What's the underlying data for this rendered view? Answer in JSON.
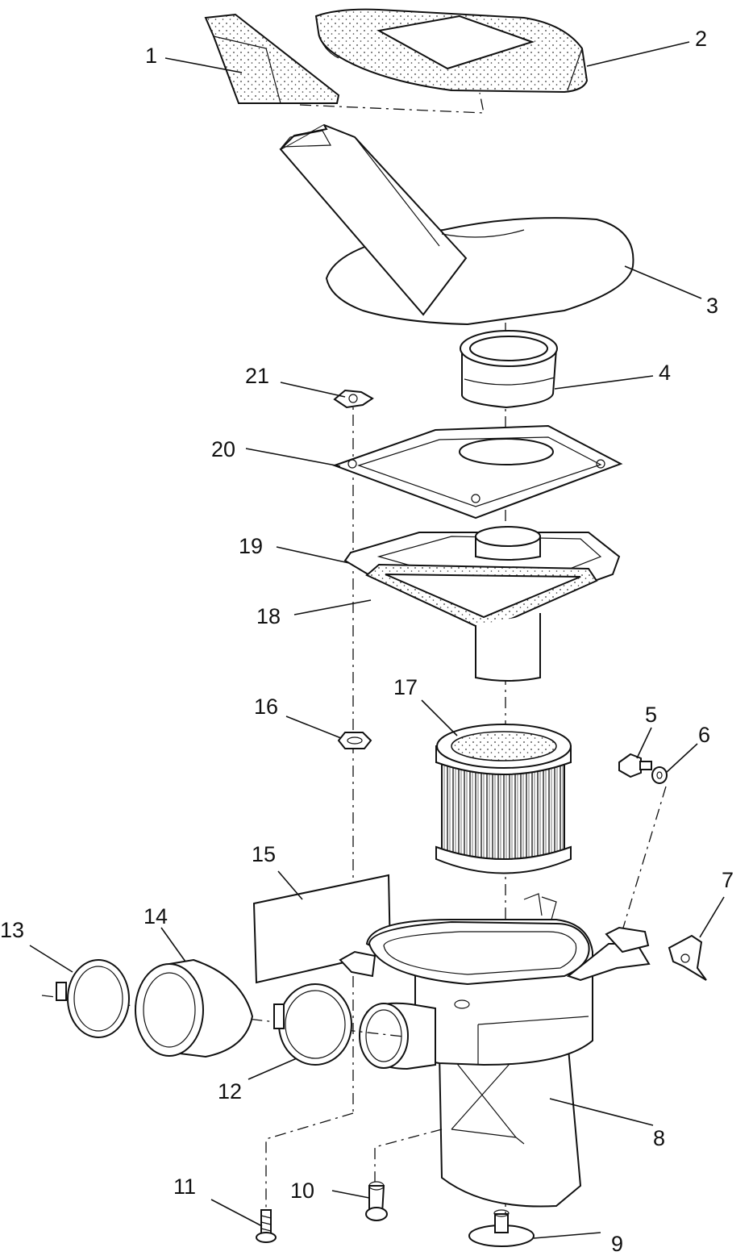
{
  "diagram": {
    "callouts": [
      {
        "id": "1",
        "text": "1"
      },
      {
        "id": "2",
        "text": "2"
      },
      {
        "id": "3",
        "text": "3"
      },
      {
        "id": "4",
        "text": "4"
      },
      {
        "id": "5",
        "text": "5"
      },
      {
        "id": "6",
        "text": "6"
      },
      {
        "id": "7",
        "text": "7"
      },
      {
        "id": "8",
        "text": "8"
      },
      {
        "id": "9",
        "text": "9"
      },
      {
        "id": "10",
        "text": "10"
      },
      {
        "id": "11",
        "text": "11"
      },
      {
        "id": "12",
        "text": "12"
      },
      {
        "id": "13",
        "text": "13"
      },
      {
        "id": "14",
        "text": "14"
      },
      {
        "id": "15",
        "text": "15"
      },
      {
        "id": "16",
        "text": "16"
      },
      {
        "id": "17",
        "text": "17"
      },
      {
        "id": "18",
        "text": "18"
      },
      {
        "id": "19",
        "text": "19"
      },
      {
        "id": "20",
        "text": "20"
      },
      {
        "id": "21",
        "text": "21"
      }
    ]
  }
}
